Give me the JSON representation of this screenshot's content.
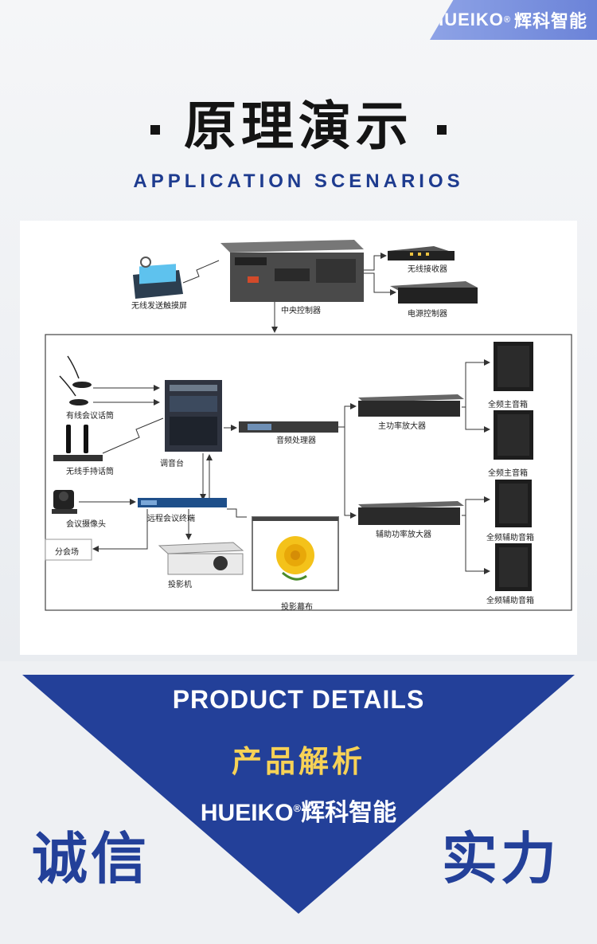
{
  "brand": {
    "name_en": "HUEIKO",
    "reg": "®",
    "name_cn": "辉科智能"
  },
  "heading": {
    "title": "原理演示",
    "subtitle": "APPLICATION SCENARIOS"
  },
  "diagram": {
    "labels": {
      "touchscreen": "无线发送触摸屏",
      "central_controller": "中央控制器",
      "wireless_receiver": "无线接收器",
      "power_controller": "电源控制器",
      "wired_mic": "有线会议话筒",
      "wireless_mic": "无线手持话筒",
      "mixer": "调音台",
      "audio_processor": "音频处理器",
      "main_amp": "主功率放大器",
      "aux_amp": "辅助功率放大器",
      "main_speaker_1": "全频主音箱",
      "main_speaker_2": "全频主音箱",
      "aux_speaker_1": "全频辅助音箱",
      "aux_speaker_2": "全频辅助音箱",
      "camera": "会议摄像头",
      "remote_terminal": "远程会议终端",
      "sub_venue": "分会场",
      "projector": "投影机",
      "screen": "投影幕布"
    }
  },
  "details": {
    "title_en": "PRODUCT DETAILS",
    "title_cn": "产品解析"
  },
  "slogan": {
    "left": "诚信",
    "right": "实力"
  },
  "colors": {
    "primary": "#234099",
    "accent": "#f7d256",
    "tag": "#7890dd"
  }
}
